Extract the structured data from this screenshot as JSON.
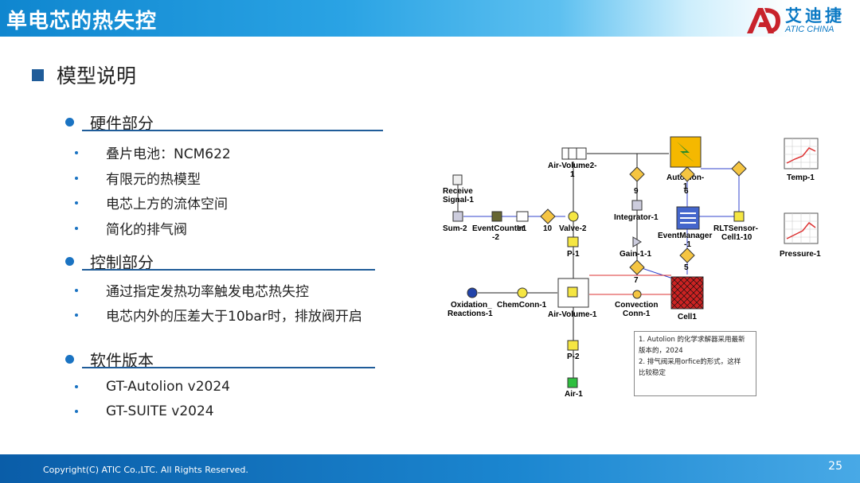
{
  "title": "单电芯的热失控",
  "logo": {
    "cn": "艾迪捷",
    "en": "ATIC CHINA"
  },
  "section_title": "模型说明",
  "subsections": [
    {
      "title": "硬件部分",
      "items": [
        "叠片电池：NCM622",
        "有限元的热模型",
        "电芯上方的流体空间",
        "简化的排气阀"
      ]
    },
    {
      "title": "控制部分",
      "items": [
        "通过指定发热功率触发电芯热失控",
        "电芯内外的压差大于10bar时，排放阀开启"
      ]
    },
    {
      "title": "软件版本",
      "items": [
        "GT-Autolion v2024",
        "GT-SUITE v2024"
      ]
    }
  ],
  "diagram": {
    "labels": {
      "air_volume2": "Air-Volume2-",
      "air_volume2_num": "1",
      "receive_signal": "Receive",
      "receive_signal_2": "Signal-1",
      "sum2": "Sum-2",
      "event_counter": "EventCounter",
      "event_counter_2": "-2",
      "ir1": "Ir1",
      "ten": "10",
      "valve2": "Valve-2",
      "p1": "P-1",
      "autolion": "AutoLion-",
      "autolion_2": "1",
      "integrator": "Integrator-1",
      "event_manager": "EventManager",
      "event_manager_2": "-1",
      "rlt_sensor": "RLTSensor-",
      "rlt_sensor_2": "Cell1-10",
      "temp": "Temp-1",
      "pressure": "Pressure-1",
      "gain": "Gain-1-1",
      "seven": "7",
      "five": "5",
      "oxidation": "Oxidation_",
      "oxidation_2": "Reactions-1",
      "chemconn": "ChemConn-1",
      "air_volume1": "Air-Volume-1",
      "convection": "Convection",
      "convection_2": "Conn-1",
      "cell1": "Cell1",
      "p2": "P-2",
      "air1": "Air-1",
      "nine": "9",
      "six": "6"
    },
    "note_lines": [
      "1. Autolion 的化学求解器采用最新",
      "版本的，2024",
      "2. 排气阀采用orfice的形式，这样",
      "比较稳定"
    ]
  },
  "footer": {
    "copyright": "Copyright(C) ATIC Co.,LTC. All Rights Reserved.",
    "page": "25"
  }
}
